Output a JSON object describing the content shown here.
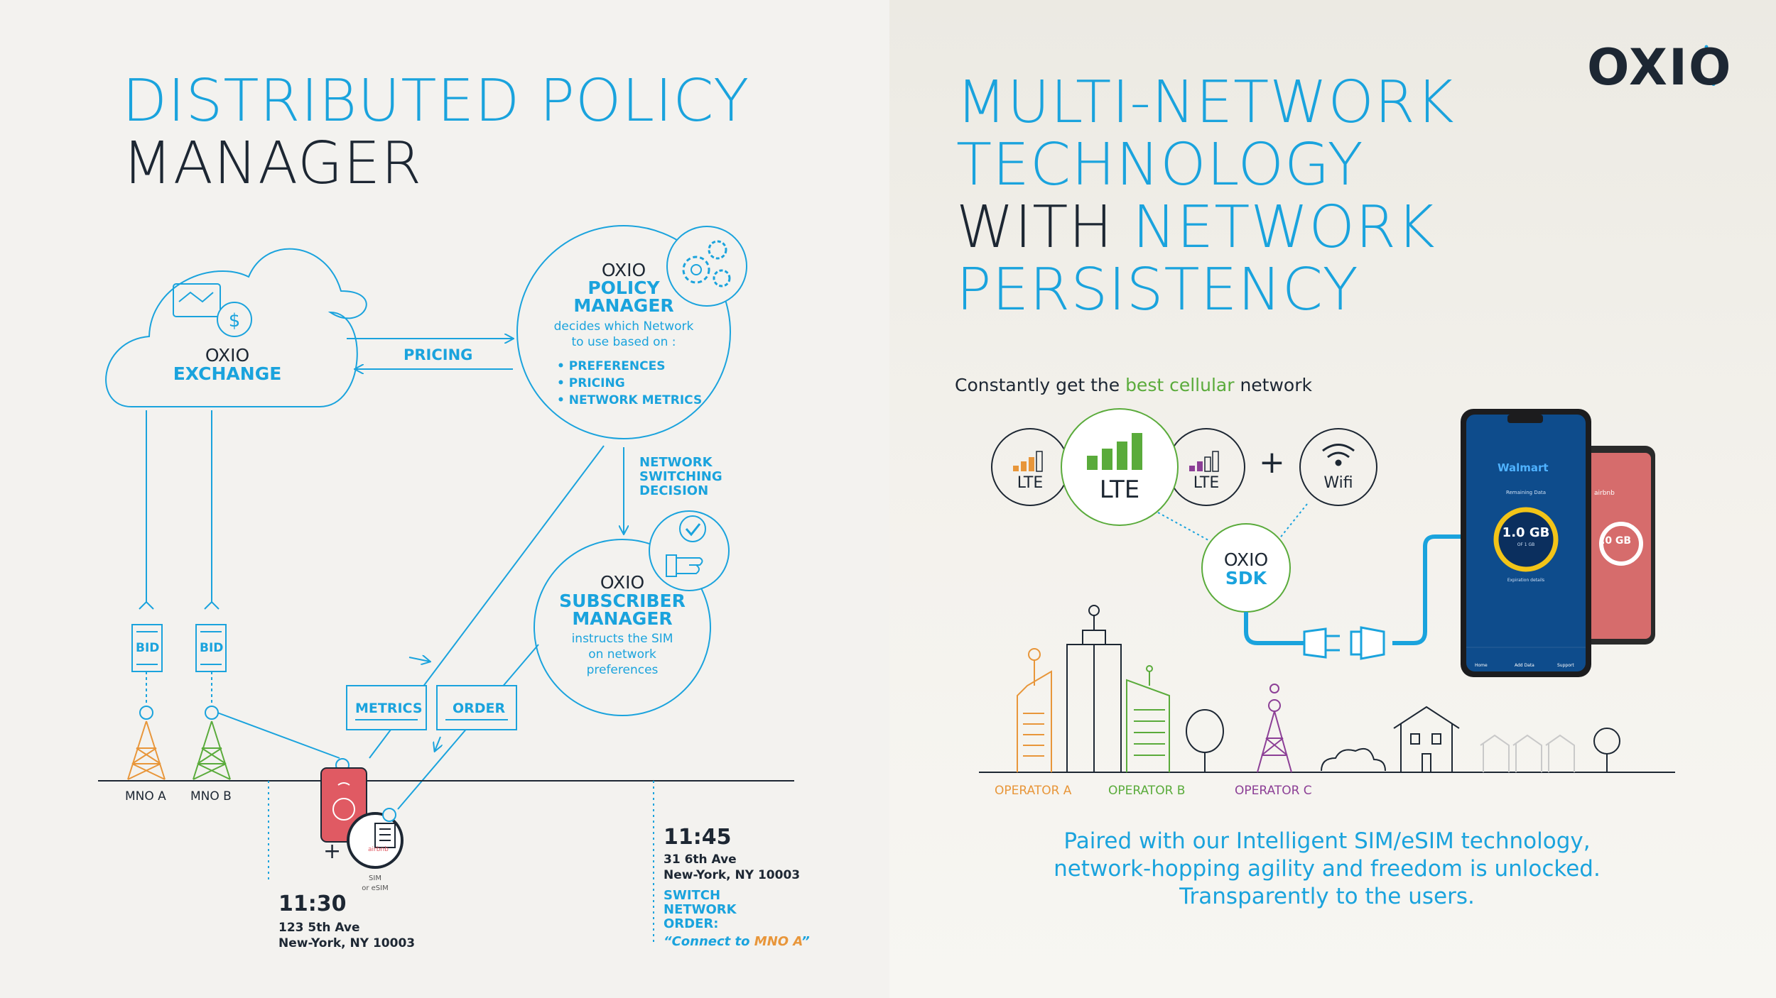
{
  "left": {
    "title_line1": "DISTRIBUTED POLICY",
    "title_line2": "MANAGER",
    "exchange": {
      "top": "OXIO",
      "bottom": "EXCHANGE"
    },
    "pricing_label": "PRICING",
    "policy_manager": {
      "top": "OXIO",
      "line1": "POLICY",
      "line2": "MANAGER",
      "desc1": "decides which Network",
      "desc2": "to use based on :",
      "bullets": [
        "• PREFERENCES",
        "• PRICING",
        "• NETWORK METRICS"
      ]
    },
    "switching_label": [
      "NETWORK",
      "SWITCHING",
      "DECISION"
    ],
    "subscriber_manager": {
      "top": "OXIO",
      "line1": "SUBSCRIBER",
      "line2": "MANAGER",
      "desc": [
        "instructs the SIM",
        "on network",
        "preferences"
      ]
    },
    "bid_label": "BID",
    "metrics_label": "METRICS",
    "order_label": "ORDER",
    "mno_a": "MNO A",
    "mno_b": "MNO B",
    "sim_label": [
      "SIM",
      "or eSIM"
    ],
    "airbnb": "airbnb",
    "plus": "+",
    "event1": {
      "time": "11:30",
      "addr1": "123 5th Ave",
      "addr2": "New-York, NY 10003"
    },
    "event2": {
      "time": "11:45",
      "addr1": "31 6th Ave",
      "addr2": "New-York, NY 10003",
      "order": [
        "SWITCH",
        "NETWORK",
        "ORDER:"
      ],
      "quote_prefix": "“Connect to ",
      "quote_target": "MNO A",
      "quote_suffix": "”"
    }
  },
  "right": {
    "logo": "OXIO",
    "title_line1": "MULTI-NETWORK",
    "title_line2": "TECHNOLOGY",
    "title_line3_dark": "WITH ",
    "title_line3_blue": "NETWORK",
    "title_line4": "PERSISTENCY",
    "subtitle_prefix": "Constantly get the ",
    "subtitle_highlight": "best cellular",
    "subtitle_suffix": " network",
    "networks": [
      "LTE",
      "LTE",
      "LTE"
    ],
    "plus": "+",
    "wifi": "Wifi",
    "sdk": {
      "top": "OXIO",
      "bottom": "SDK"
    },
    "phone_front": {
      "brand": "Walmart",
      "caption": "Remaining Data",
      "value": "1.0 GB",
      "sub": "OF 1 GB",
      "link": "Expiration details",
      "nav": [
        "Home",
        "Add Data",
        "Support"
      ]
    },
    "phone_back": {
      "brand": "airbnb",
      "value": ".0 GB"
    },
    "operators": [
      "OPERATOR A",
      "OPERATOR B",
      "OPERATOR C"
    ],
    "tagline": [
      "Paired with our Intelligent SIM/eSIM technology,",
      "network-hopping agility and freedom is unlocked.",
      "Transparently to the users."
    ]
  },
  "colors": {
    "brand_blue": "#1aa3dd",
    "dark": "#1d2733",
    "orange": "#e8963a",
    "green": "#5aab3b",
    "purple": "#8c3f96",
    "pink": "#e05a63"
  }
}
